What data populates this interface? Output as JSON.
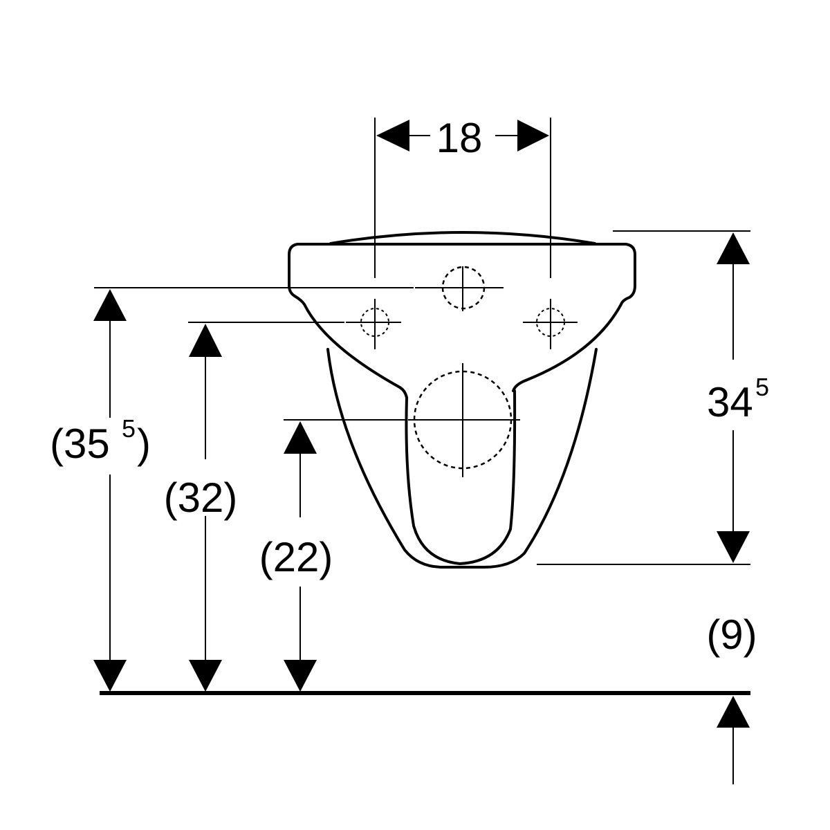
{
  "dimensions": {
    "top_width": {
      "value": "18"
    },
    "right_height": {
      "main": "34",
      "superscript": "5"
    },
    "left_outer": {
      "open": "(",
      "main": "35",
      "superscript": "5",
      "close": ")"
    },
    "left_middle": {
      "text": "(32)"
    },
    "left_inner": {
      "text": "(22)"
    },
    "floor_offset": {
      "text": "(9)"
    }
  },
  "colors": {
    "line": "#000000",
    "background": "#ffffff"
  }
}
